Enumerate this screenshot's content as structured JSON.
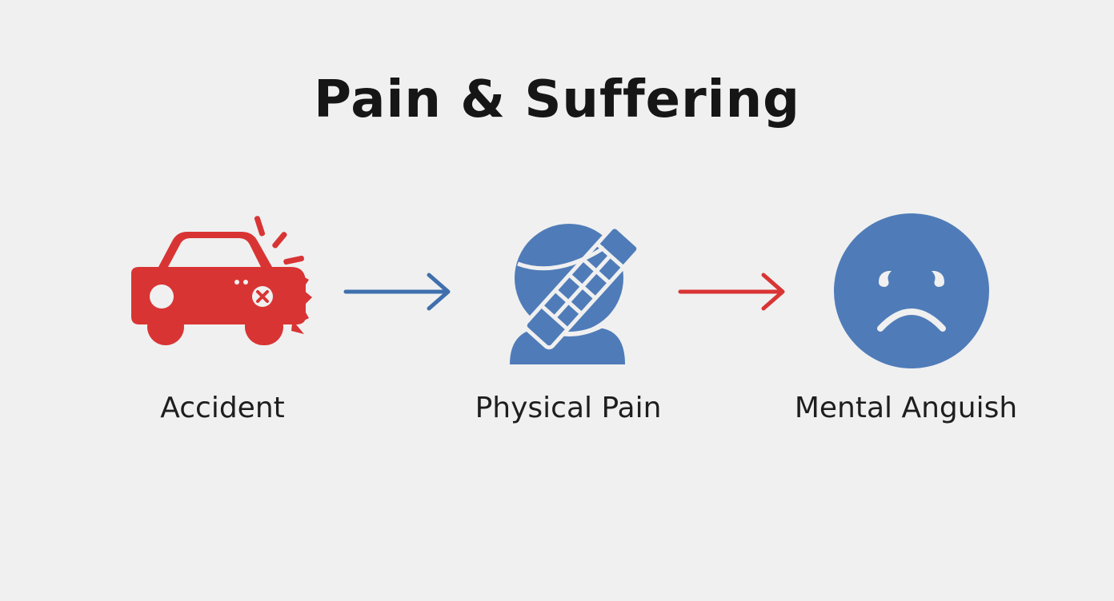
{
  "title": "Pain & Suffering",
  "steps": [
    {
      "label": "Accident",
      "icon": "car-crash-icon",
      "color": "#d93434"
    },
    {
      "label": "Physical Pain",
      "icon": "bandaged-head-icon",
      "color": "#4f7cb8"
    },
    {
      "label": "Mental Anguish",
      "icon": "sad-face-icon",
      "color": "#4f7cb8"
    }
  ],
  "arrows": [
    {
      "icon": "arrow-right-icon",
      "color": "#3f70ad"
    },
    {
      "icon": "arrow-right-icon",
      "color": "#d93434"
    }
  ]
}
